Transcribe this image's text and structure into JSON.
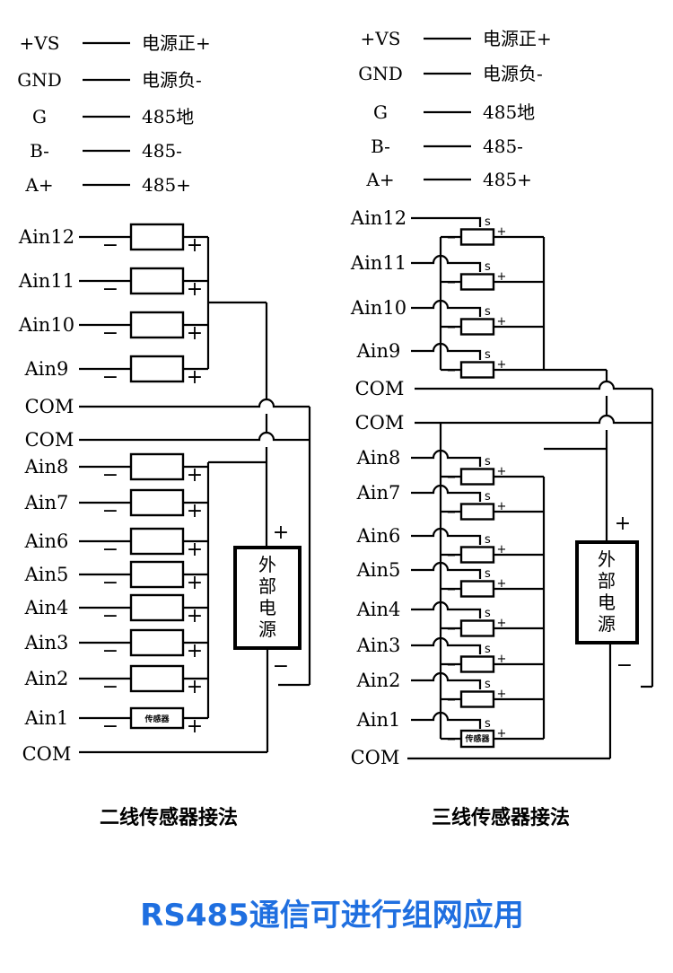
{
  "power_legend": {
    "rows": [
      {
        "pin": "+VS",
        "desc": "电源正+"
      },
      {
        "pin": "GND",
        "desc": "电源负-"
      },
      {
        "pin": "G",
        "desc": "485地"
      },
      {
        "pin": "B-",
        "desc": "485-"
      },
      {
        "pin": "A+",
        "desc": "485+"
      }
    ]
  },
  "two_wire": {
    "upper_inputs": [
      "Ain12",
      "Ain11",
      "Ain10",
      "Ain9"
    ],
    "com_labels": [
      "COM",
      "COM"
    ],
    "lower_inputs": [
      "Ain8",
      "Ain7",
      "Ain6",
      "Ain5",
      "Ain4",
      "Ain3",
      "Ain2",
      "Ain1"
    ],
    "bottom_com": "COM",
    "sensor_label": "传感器",
    "supply_label": [
      "外",
      "部",
      "电",
      "源"
    ],
    "plus": "+",
    "minus": "−",
    "caption": "二线传感器接法"
  },
  "three_wire": {
    "upper_inputs": [
      "Ain12",
      "Ain11",
      "Ain10",
      "Ain9"
    ],
    "com_labels": [
      "COM",
      "COM"
    ],
    "lower_inputs": [
      "Ain8",
      "Ain7",
      "Ain6",
      "Ain5",
      "Ain4",
      "Ain3",
      "Ain2",
      "Ain1"
    ],
    "bottom_com": "COM",
    "sensor_label": "传感器",
    "signal_mark": "s",
    "supply_label": [
      "外",
      "部",
      "电",
      "源"
    ],
    "plus": "+",
    "minus": "−",
    "caption": "三线传感器接法"
  },
  "banner": "RS485通信可进行组网应用"
}
